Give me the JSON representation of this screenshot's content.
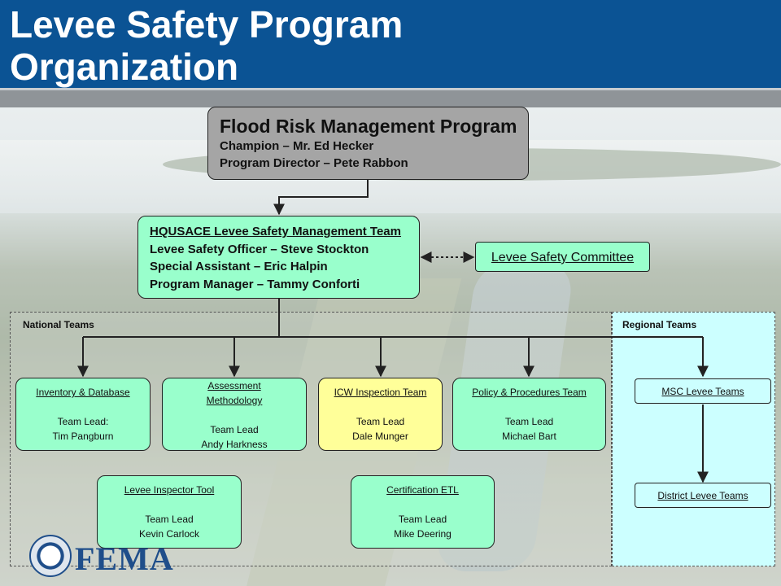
{
  "header": {
    "title_line1": "Levee Safety Program",
    "title_line2": "Organization"
  },
  "program": {
    "title": "Flood Risk Management Program",
    "line1": "Champion – Mr. Ed Hecker",
    "line2": "Program Director – Pete Rabbon"
  },
  "hq": {
    "title": "HQUSACE Levee Safety Management Team",
    "line1": "Levee Safety Officer – Steve Stockton",
    "line2": "Special Assistant – Eric Halpin",
    "line3": "Program Manager – Tammy Conforti"
  },
  "committee": {
    "label": "Levee Safety Committee"
  },
  "regions": {
    "national": "National Teams",
    "regional": "Regional Teams"
  },
  "teams": {
    "inventory": {
      "name": "Inventory & Database",
      "lead_label": "Team Lead:",
      "lead": "Tim Pangburn"
    },
    "assessment": {
      "name_line1": "Assessment",
      "name_line2": "Methodology",
      "lead_label": "Team Lead",
      "lead": "Andy Harkness"
    },
    "icw": {
      "name": "ICW Inspection Team",
      "lead_label": "Team Lead",
      "lead": "Dale Munger"
    },
    "policy": {
      "name": "Policy & Procedures Team",
      "lead_label": "Team Lead",
      "lead": "Michael Bart"
    },
    "inspector": {
      "name": "Levee Inspector Tool",
      "lead_label": "Team Lead",
      "lead": "Kevin Carlock"
    },
    "certification": {
      "name": "Certification ETL",
      "lead_label": "Team Lead",
      "lead": "Mike Deering"
    },
    "msc": {
      "name": "MSC Levee Teams"
    },
    "district": {
      "name": "District Levee Teams"
    }
  },
  "logo": {
    "wordmark": "FEMA"
  },
  "colors": {
    "header_blue": "#0b5394",
    "mint": "#99ffcc",
    "yellow": "#ffff99",
    "regional_cyan": "#ccffff",
    "program_gray": "#a5a5a5"
  }
}
